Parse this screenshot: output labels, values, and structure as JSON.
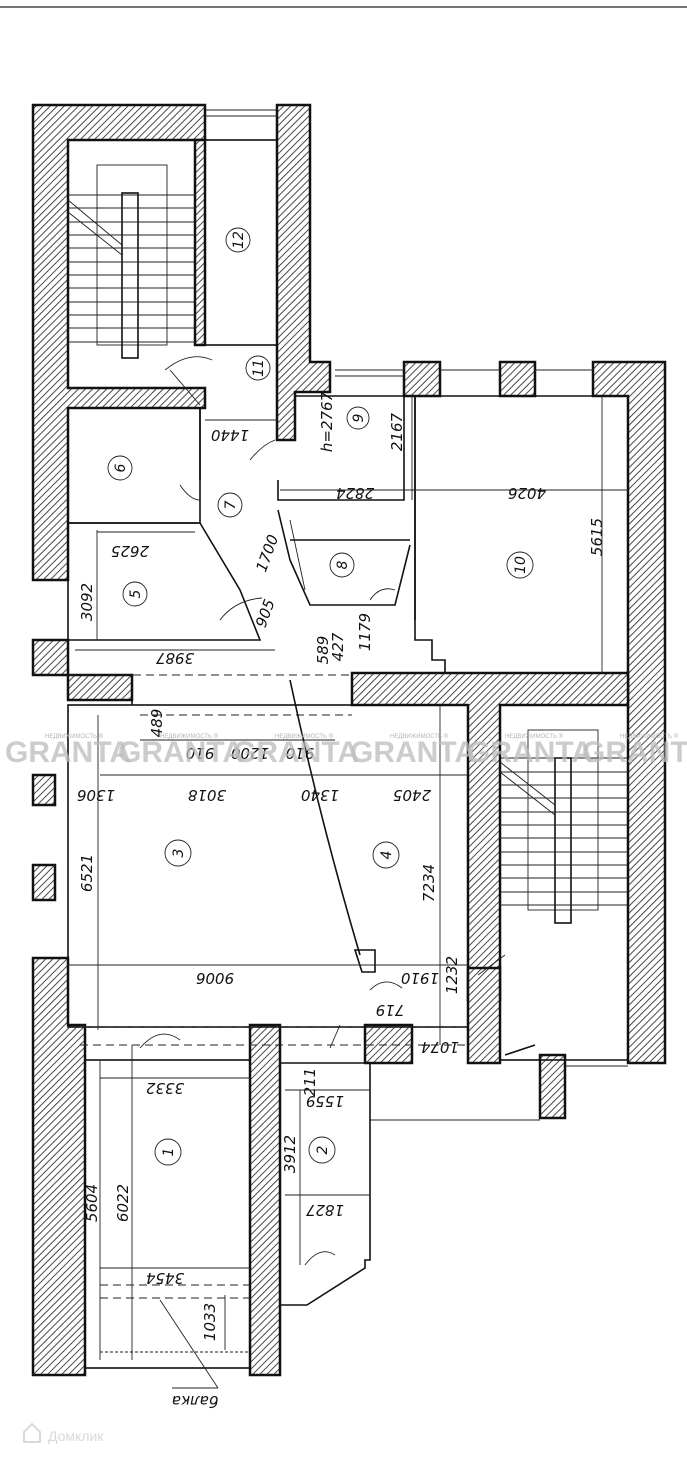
{
  "plan": {
    "rooms": [
      {
        "id": "1",
        "label": "1"
      },
      {
        "id": "2",
        "label": "2"
      },
      {
        "id": "3",
        "label": "3"
      },
      {
        "id": "4",
        "label": "4"
      },
      {
        "id": "5",
        "label": "5"
      },
      {
        "id": "6",
        "label": "6"
      },
      {
        "id": "7",
        "label": "7"
      },
      {
        "id": "8",
        "label": "8"
      },
      {
        "id": "9",
        "label": "9"
      },
      {
        "id": "10",
        "label": "10"
      },
      {
        "id": "11",
        "label": "11"
      },
      {
        "id": "12",
        "label": "12"
      }
    ],
    "dimensions": {
      "d1440": "1440",
      "h2767": "h=2767",
      "d2167": "2167",
      "d2824": "2824",
      "d4026": "4026",
      "d5615": "5615",
      "d2625": "2625",
      "d3092": "3092",
      "d1700": "1700",
      "d905": "905",
      "d589": "589",
      "d427": "427",
      "d1179": "1179",
      "d3987": "3987",
      "d489": "489",
      "d910a": "910",
      "d1200": "1200",
      "d910b": "910",
      "d1306": "1306",
      "d3018": "3018",
      "d1340": "1340",
      "d2405": "2405",
      "d6521": "6521",
      "d7234": "7234",
      "d9006": "9006",
      "d1910": "1910",
      "d1232": "1232",
      "d719": "719",
      "d1074": "1074",
      "d211": "211",
      "d3332": "3332",
      "d1559": "1559",
      "d3912": "3912",
      "d1827": "1827",
      "d5604": "5604",
      "d6022": "6022",
      "d3454": "3454",
      "d1033": "1033"
    },
    "beam_label": "балка"
  },
  "watermark": {
    "text": "GRANTA",
    "subtext": "НЕДВИЖИМОСТЬ ®"
  },
  "logo": {
    "text": "Домклик"
  }
}
